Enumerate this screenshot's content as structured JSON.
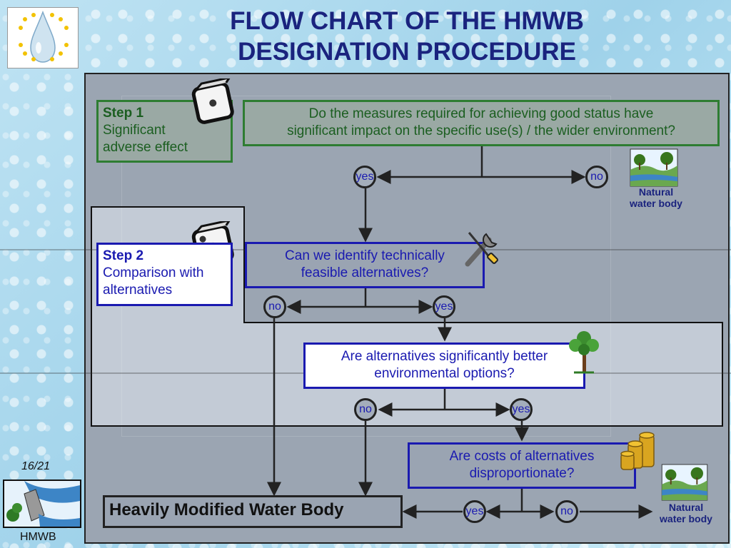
{
  "title_line1": "FLOW CHART OF THE HMWB",
  "title_line2": "DESIGNATION PROCEDURE",
  "step1": {
    "heading": "Step 1",
    "line1": "Significant",
    "line2": "adverse effect"
  },
  "step2": {
    "heading": "Step 2",
    "line1": "Comparison with",
    "line2": "alternatives"
  },
  "q1": {
    "line1": "Do the measures required for achieving good status have",
    "line2": "significant impact on the specific use(s) / the wider environment?"
  },
  "q2": {
    "line1": "Can we identify technically",
    "line2": "feasible alternatives?"
  },
  "q3": {
    "line1": "Are alternatives significantly better",
    "line2": "environmental options?"
  },
  "q4": {
    "line1": "Are costs of alternatives",
    "line2": "disproportionate?"
  },
  "answers": {
    "yes": "yes",
    "no": "no"
  },
  "natural_line1": "Natural",
  "natural_line2": "water body",
  "hmwb": "Heavily Modified Water Body",
  "page": "16/21",
  "footer": "HMWB",
  "colors": {
    "title": "#1a237e",
    "green": "#2e7d32",
    "blue": "#1a1ab0",
    "panel": "#9ba5b2"
  },
  "icons": [
    "water-drop-eu-stars-logo",
    "dice-one-pip-icon",
    "dice-three-pip-icon",
    "wrench-screwdriver-icon",
    "tree-icon",
    "coin-stack-icon",
    "landscape-icon",
    "dam-icon"
  ]
}
